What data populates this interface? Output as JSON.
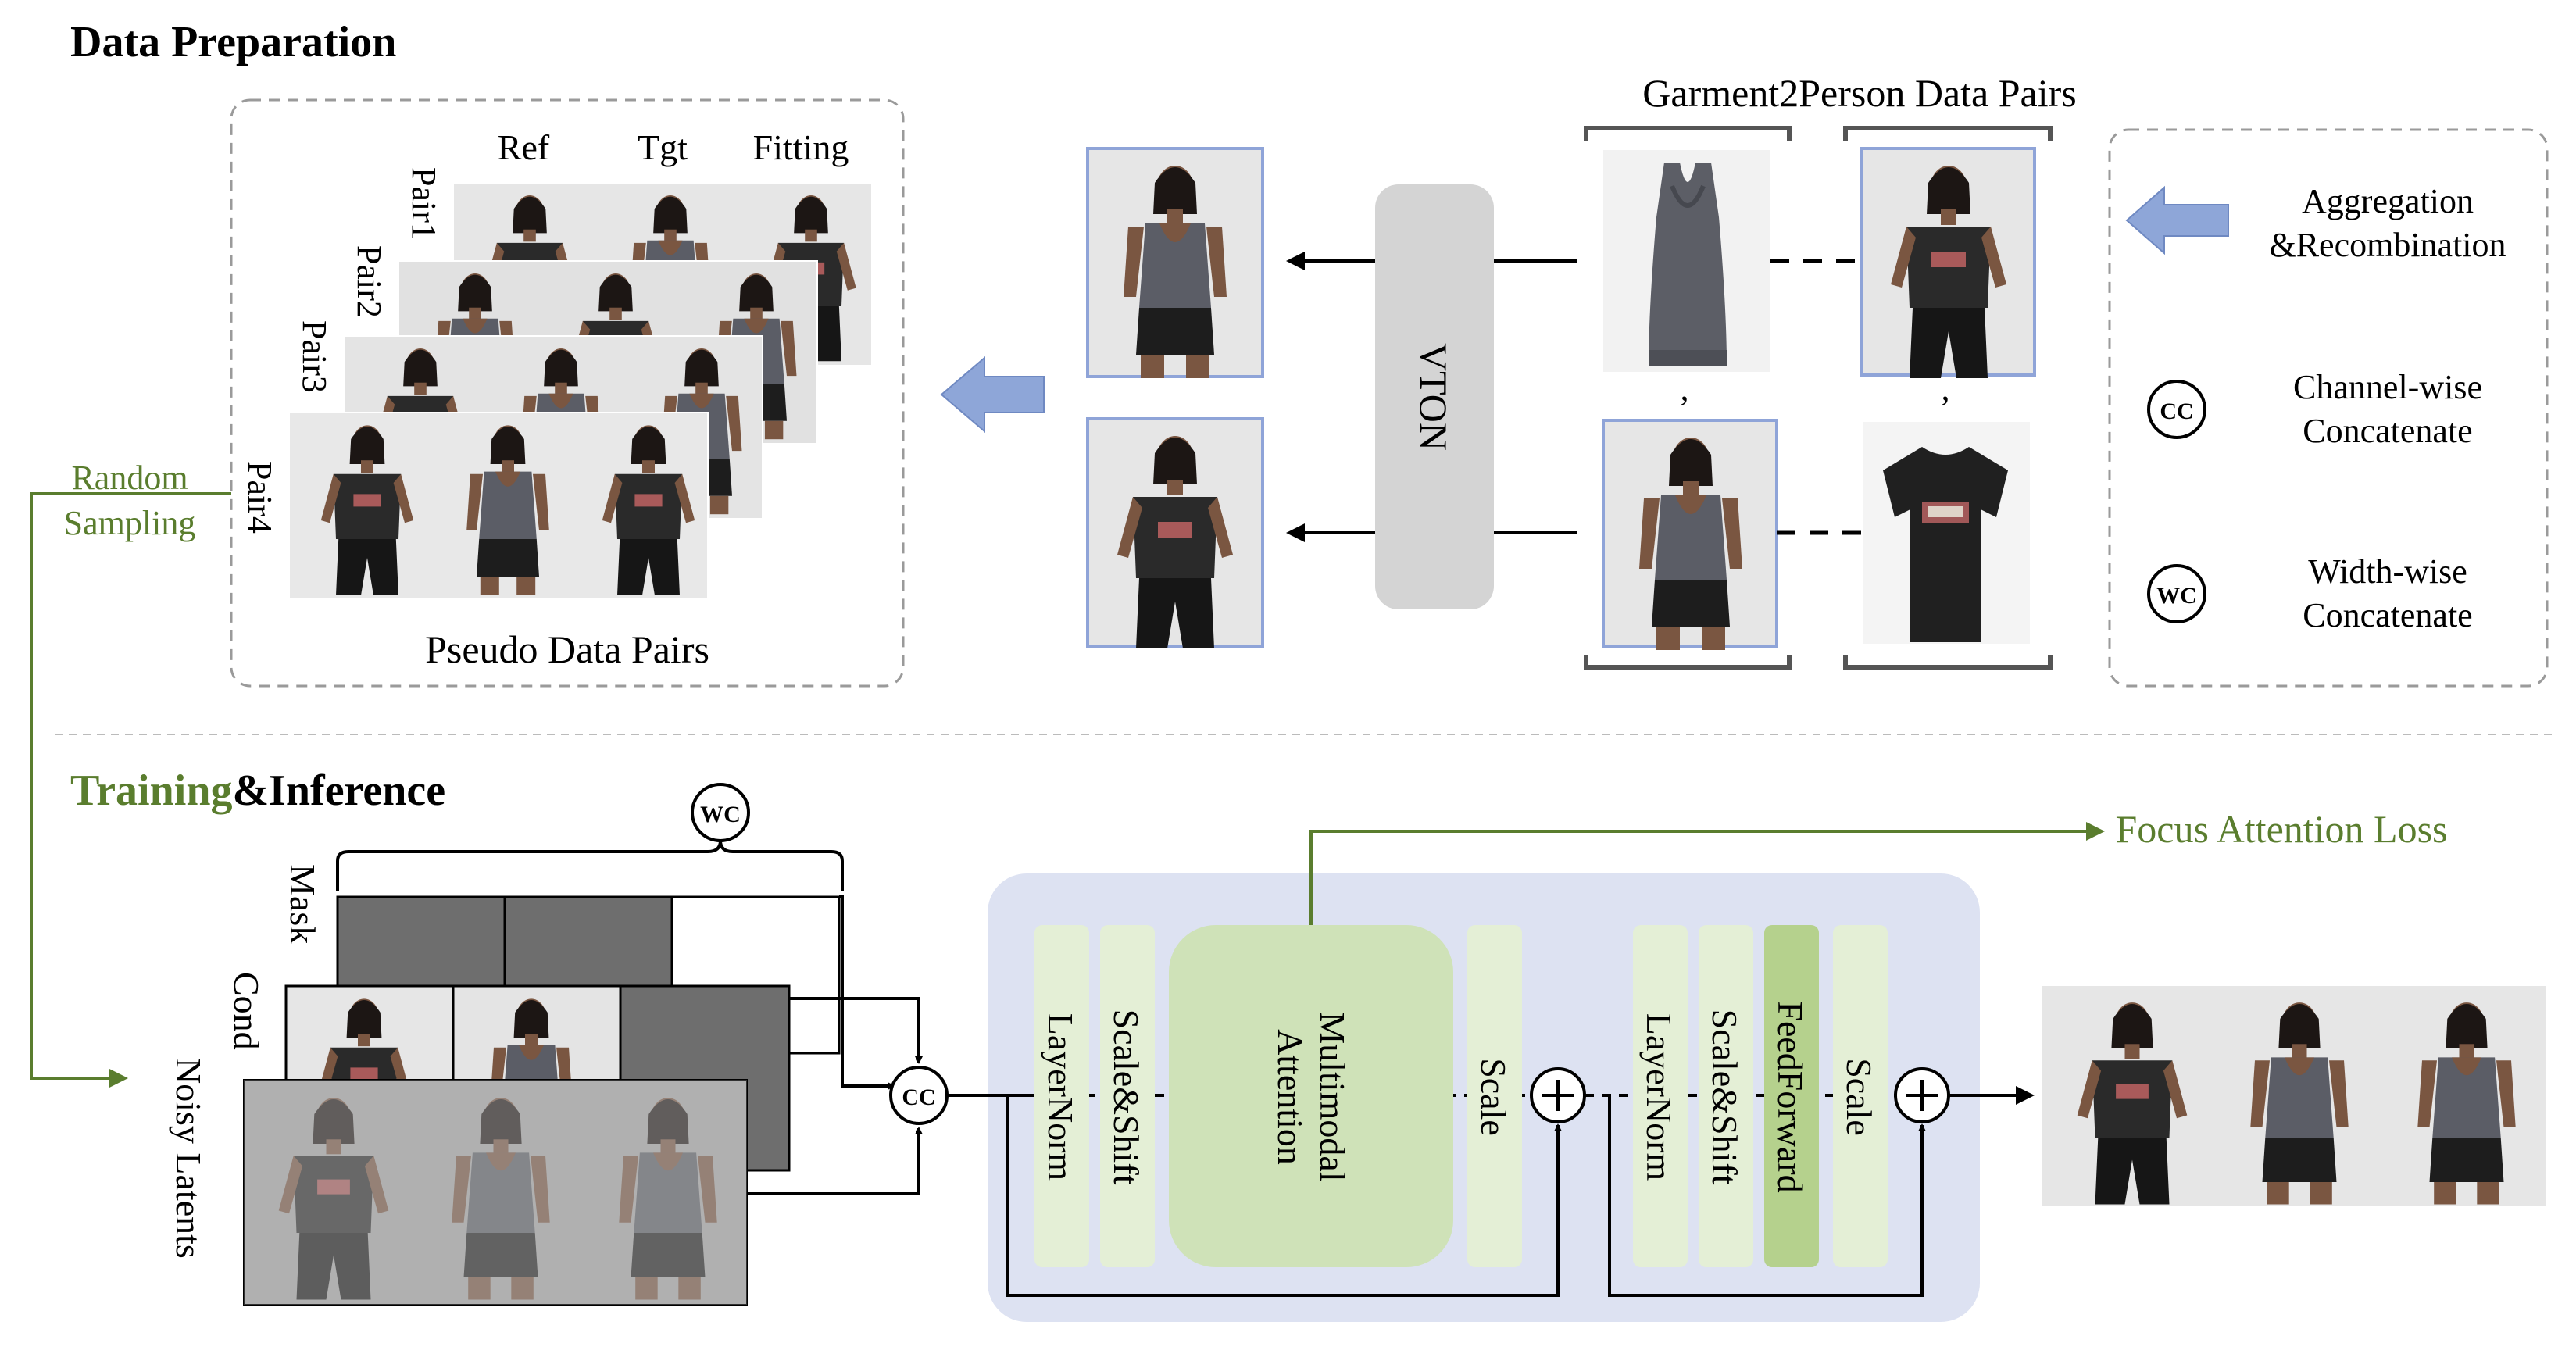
{
  "section_titles": {
    "data_prep": "Data Preparation",
    "training_word": "Training",
    "inference_rest": "&Inference"
  },
  "pseudo": {
    "col_headers": [
      "Ref",
      "Tgt",
      "Fitting"
    ],
    "pair_labels": [
      "Pair1",
      "Pair2",
      "Pair3",
      "Pair4"
    ],
    "caption": "Pseudo Data Pairs"
  },
  "garment2person": {
    "title": "Garment2Person Data Pairs",
    "comma": ","
  },
  "vton_label": "VTON",
  "legend": {
    "aggregation": [
      "Aggregation",
      "&Recombination"
    ],
    "cc_symbol": "CC",
    "cc_text": [
      "Channel-wise",
      "Concatenate"
    ],
    "wc_symbol": "WC",
    "wc_text": [
      "Width-wise",
      "Concatenate"
    ]
  },
  "random_sampling": [
    "Random",
    "Sampling"
  ],
  "inputs": {
    "mask": "Mask",
    "cond": "Cond",
    "noisy": "Noisy Latents",
    "wc_symbol": "WC",
    "cc_symbol": "CC"
  },
  "block": {
    "layernorm1": "LayerNorm",
    "scaleshift1": "Scale&Shift",
    "attention": [
      "Multimodal",
      "Attention"
    ],
    "scale1": "Scale",
    "layernorm2": "LayerNorm",
    "scaleshift2": "Scale&Shift",
    "feedforward": "FeedForward",
    "scale2": "Scale"
  },
  "focus_loss": "Focus Attention Loss",
  "colors": {
    "green_text": "#5a7d2e",
    "block_bg": "#dde2f2",
    "light_green": "#e4efd6",
    "attention_green": "#cfe2b8",
    "ff_green": "#b5d18d",
    "vton_gray": "#d4d4d4",
    "photo_bg": "#e7e7e7",
    "blue_arrow": "#8ea6d8",
    "blue_border": "#8fa4d8",
    "mask_gray": "#6e6e6e"
  }
}
